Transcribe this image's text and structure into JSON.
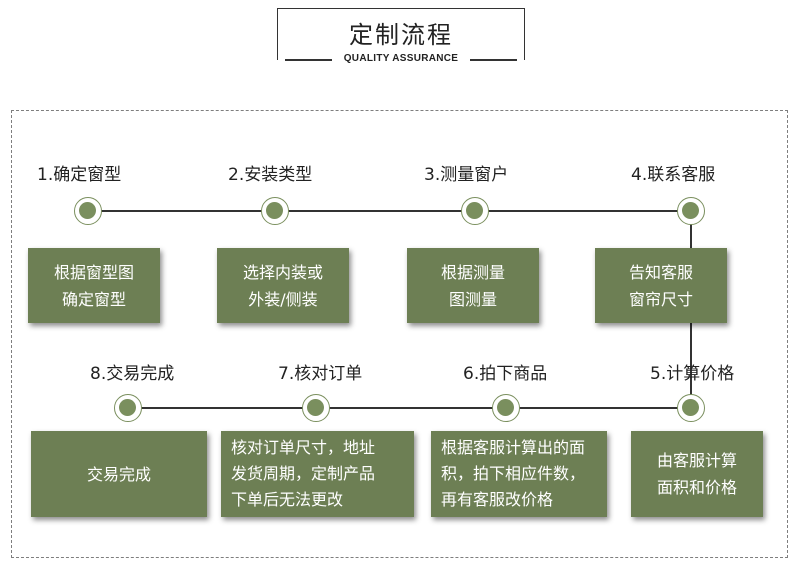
{
  "header": {
    "title": "定制流程",
    "subtitle": "QUALITY ASSURANCE"
  },
  "steps_top": [
    {
      "label": "1.确定窗型",
      "desc": "根据窗型图\n确定窗型"
    },
    {
      "label": "2.安装类型",
      "desc": "选择内装或\n外装/侧装"
    },
    {
      "label": "3.测量窗户",
      "desc": "根据测量\n图测量"
    },
    {
      "label": "4.联系客服",
      "desc": "告知客服\n窗帘尺寸"
    }
  ],
  "steps_bottom": [
    {
      "label": "8.交易完成",
      "desc": "交易完成"
    },
    {
      "label": "7.核对订单",
      "desc": "核对订单尺寸，地址\n发货周期，定制产品\n下单后无法更改"
    },
    {
      "label": "6.拍下商品",
      "desc": "根据客服计算出的面\n积，拍下相应件数，\n再有客服改价格"
    },
    {
      "label": "5.计算价格",
      "desc": "由客服计算\n面积和价格"
    }
  ],
  "colors": {
    "box": "#6d7f54",
    "node": "#7a8f5e",
    "line": "#333333"
  }
}
